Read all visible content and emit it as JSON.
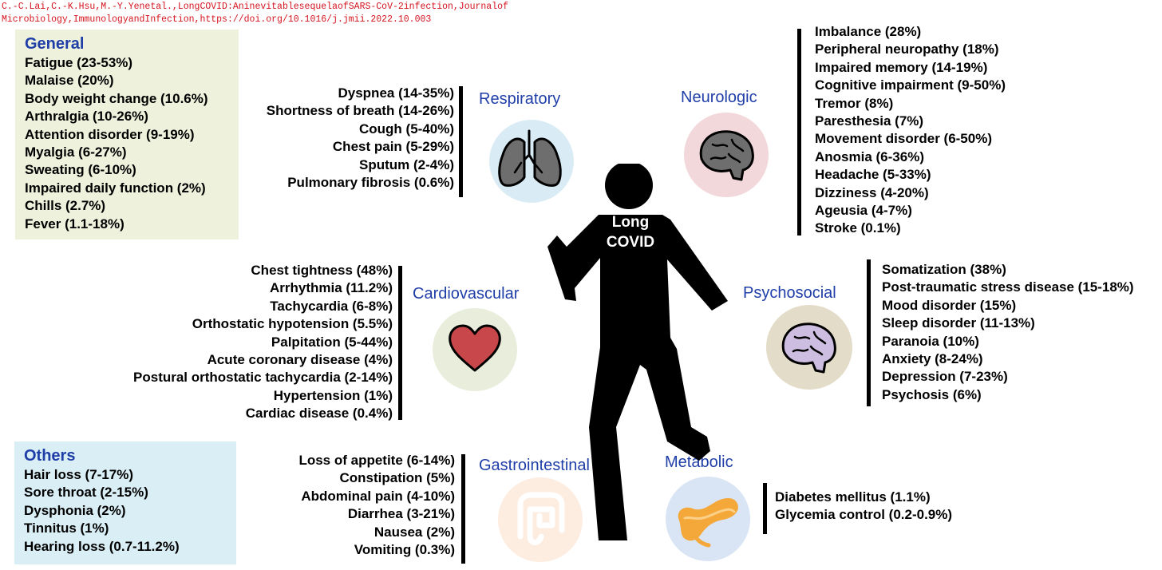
{
  "citation": "C.-C.Lai,C.-K.Hsu,M.-Y.Yenetal.,LongCOVID:AninevitablesequelaofSARS-CoV-2infection,Journalof Microbiology,ImmunologyandInfection,https://doi.org/10.1016/j.jmii.2022.10.003",
  "center_label": "Long COVID",
  "general": {
    "title": "General",
    "items": [
      "Fatigue (23-53%)",
      "Malaise (20%)",
      "Body weight change (10.6%)",
      "Arthralgia (10-26%)",
      "Attention disorder (9-19%)",
      "Myalgia (6-27%)",
      "Sweating (6-10%)",
      "Impaired daily function (2%)",
      "Chills (2.7%)",
      "Fever (1.1-18%)"
    ]
  },
  "others": {
    "title": "Others",
    "items": [
      "Hair loss (7-17%)",
      "Sore throat (2-15%)",
      "Dysphonia (2%)",
      "Tinnitus (1%)",
      "Hearing loss (0.7-11.2%)"
    ]
  },
  "respiratory": {
    "title": "Respiratory",
    "icon": "lungs-icon",
    "items": [
      "Dyspnea (14-35%)",
      "Shortness of breath (14-26%)",
      "Cough (5-40%)",
      "Chest pain (5-29%)",
      "Sputum (2-4%)",
      "Pulmonary fibrosis (0.6%)"
    ]
  },
  "neurologic": {
    "title": "Neurologic",
    "icon": "brain-icon",
    "items": [
      "Imbalance (28%)",
      "Peripheral neuropathy (18%)",
      "Impaired memory (14-19%)",
      "Cognitive impairment (9-50%)",
      "Tremor (8%)",
      "Paresthesia (7%)",
      "Movement disorder (6-50%)",
      "Anosmia (6-36%)",
      "Headache (5-33%)",
      "Dizziness (4-20%)",
      "Ageusia (4-7%)",
      "Stroke (0.1%)"
    ]
  },
  "cardiovascular": {
    "title": "Cardiovascular",
    "icon": "heart-icon",
    "items": [
      "Chest tightness (48%)",
      "Arrhythmia (11.2%)",
      "Tachycardia (6-8%)",
      "Orthostatic hypotension (5.5%)",
      "Palpitation (5-44%)",
      "Acute coronary disease (4%)",
      "Postural orthostatic tachycardia (2-14%)",
      "Hypertension (1%)",
      "Cardiac disease (0.4%)"
    ]
  },
  "psychosocial": {
    "title": "Psychosocial",
    "icon": "brain-icon",
    "items": [
      "Somatization (38%)",
      "Post-traumatic stress disease (15-18%)",
      "Mood disorder (15%)",
      "Sleep disorder (11-13%)",
      "Paranoia (10%)",
      "Anxiety (8-24%)",
      "Depression (7-23%)",
      "Psychosis (6%)"
    ]
  },
  "gastrointestinal": {
    "title": "Gastrointestinal",
    "icon": "intestine-icon",
    "items": [
      "Loss of appetite (6-14%)",
      "Constipation (5%)",
      "Abdominal pain (4-10%)",
      "Diarrhea (3-21%)",
      "Nausea (2%)",
      "Vomiting (0.3%)"
    ]
  },
  "metabolic": {
    "title": "Metabolic",
    "icon": "pancreas-icon",
    "items": [
      "Diabetes mellitus (1.1%)",
      "Glycemia control (0.2-0.9%)"
    ]
  },
  "colors": {
    "title_blue": "#1f3ea8",
    "citation_red": "#d4141e",
    "general_bg": "#eef2dd",
    "others_bg": "#daeef5"
  }
}
